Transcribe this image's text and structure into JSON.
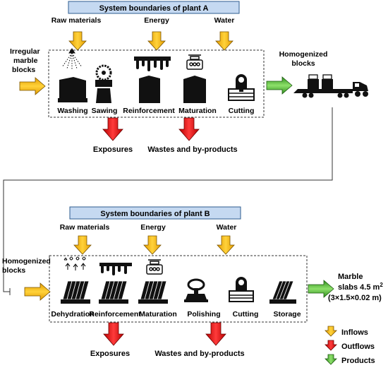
{
  "plant_a": {
    "title": "System boundaries of plant A",
    "inflow_labels": [
      "Raw materials",
      "Energy",
      "Water"
    ],
    "input_label_line1": "Irregular",
    "input_label_line2": "marble",
    "input_label_line3": "blocks",
    "output_label_line1": "Homogenized",
    "output_label_line2": "blocks",
    "steps": [
      "Washing",
      "Sawing",
      "Reinforcement",
      "Maturation",
      "Cutting"
    ],
    "outflow_labels": [
      "Exposures",
      "Wastes and by-products"
    ]
  },
  "plant_b": {
    "title": "System boundaries of plant B",
    "inflow_labels": [
      "Raw materials",
      "Energy",
      "Water"
    ],
    "input_label_line1": "Homogenized",
    "input_label_line2": "blocks",
    "output_label_line1": "Marble",
    "output_label_line2": "slabs 4.5 m",
    "output_label_sup": "2",
    "output_label_line3": "(3×1.5×0.02 m)",
    "steps": [
      "Dehydration",
      "Reinforcement",
      "Maturation",
      "Polishing",
      "Cutting",
      "Storage"
    ],
    "outflow_labels": [
      "Exposures",
      "Wastes and by-products"
    ]
  },
  "legend": {
    "items": [
      "Inflows",
      "Outflows",
      "Products"
    ]
  },
  "colors": {
    "title_box_fill": "#c5d9f1",
    "inflow": "#f7b500",
    "outflow": "#ee1111",
    "product": "#5cc43b",
    "icon": "#111111"
  }
}
